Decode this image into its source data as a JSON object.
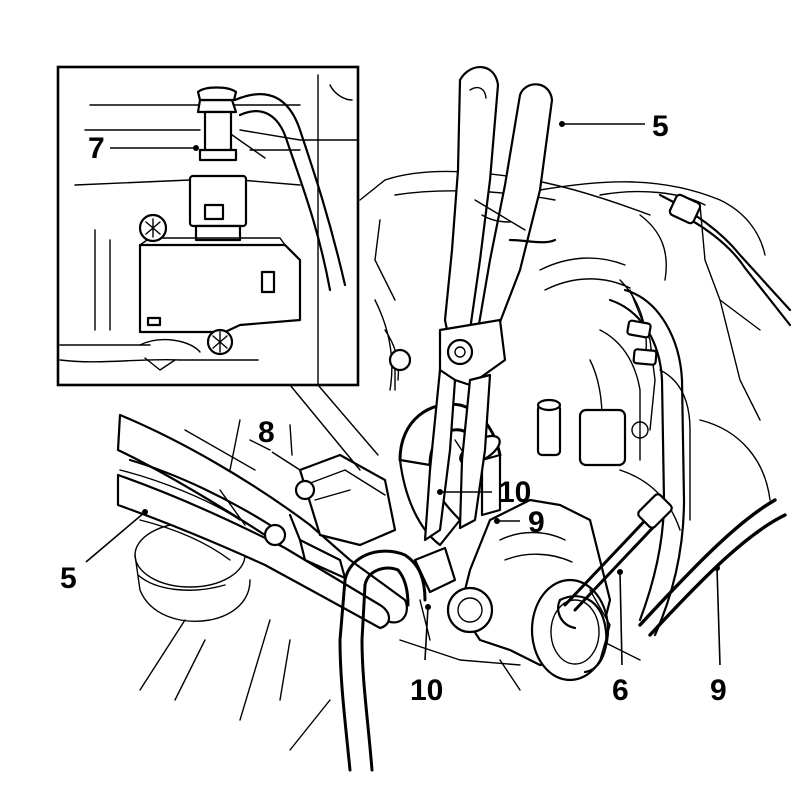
{
  "diagram": {
    "callouts": {
      "c5_top": "5",
      "c5_left": "5",
      "c7": "7",
      "c8": "8",
      "c9_mid": "9",
      "c9_right": "9",
      "c10_mid": "10",
      "c10_bottom": "10",
      "c6": "6"
    }
  }
}
